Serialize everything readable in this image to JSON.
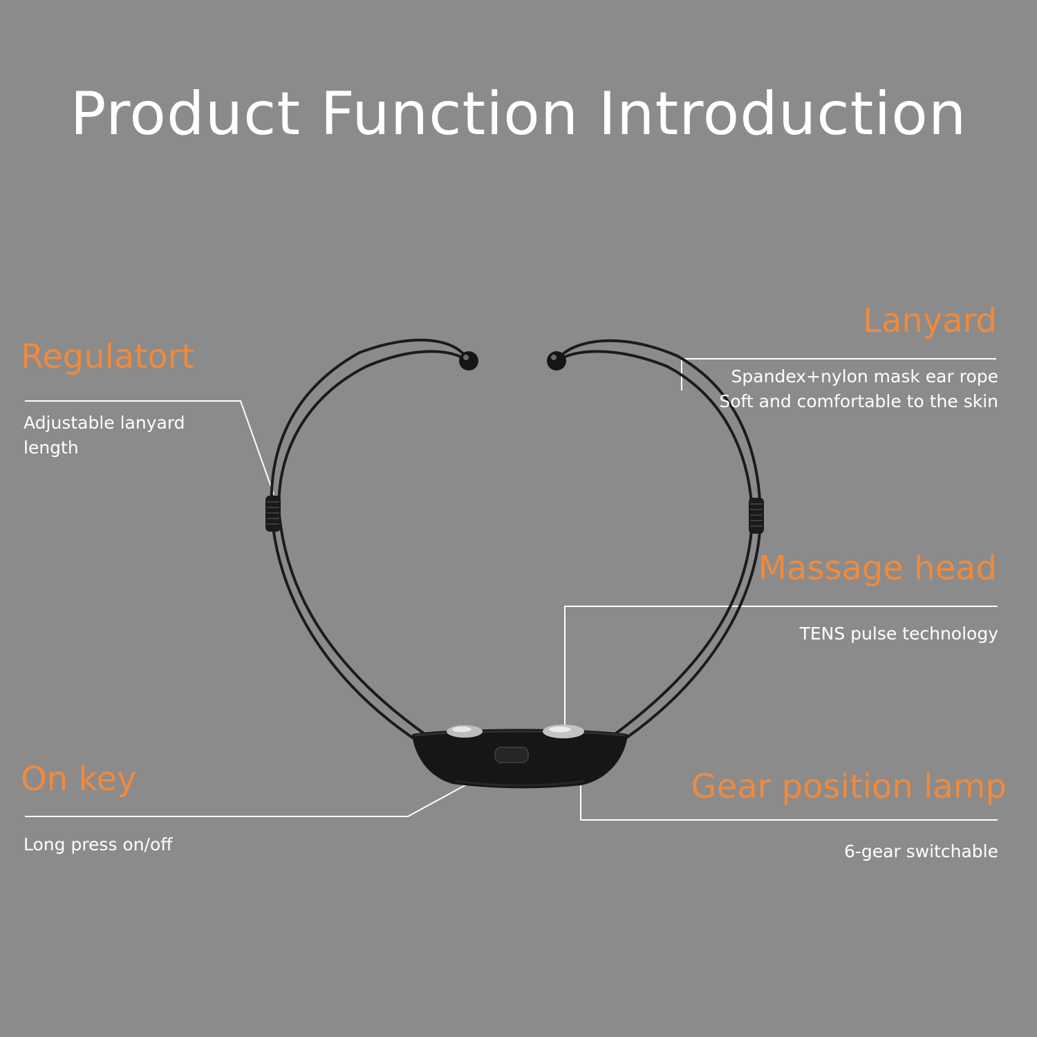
{
  "title": "Product Function Introduction",
  "colors": {
    "background": "#8b8b8b",
    "accent": "#f08a3c",
    "text": "#ffffff",
    "device": "#1b1b1b"
  },
  "callouts": {
    "regulator": {
      "label": "Regulatort",
      "desc_lines": [
        "Adjustable lanyard",
        "length"
      ]
    },
    "lanyard": {
      "label": "Lanyard",
      "desc_lines": [
        "Spandex+nylon mask ear rope",
        "Soft and comfortable to the skin"
      ]
    },
    "massage_head": {
      "label": "Massage head",
      "desc_lines": [
        "TENS pulse technology"
      ]
    },
    "on_key": {
      "label": "On key",
      "desc_lines": [
        "Long press on/off"
      ]
    },
    "gear_lamp": {
      "label": "Gear position lamp",
      "desc_lines": [
        "6-gear switchable"
      ]
    }
  }
}
